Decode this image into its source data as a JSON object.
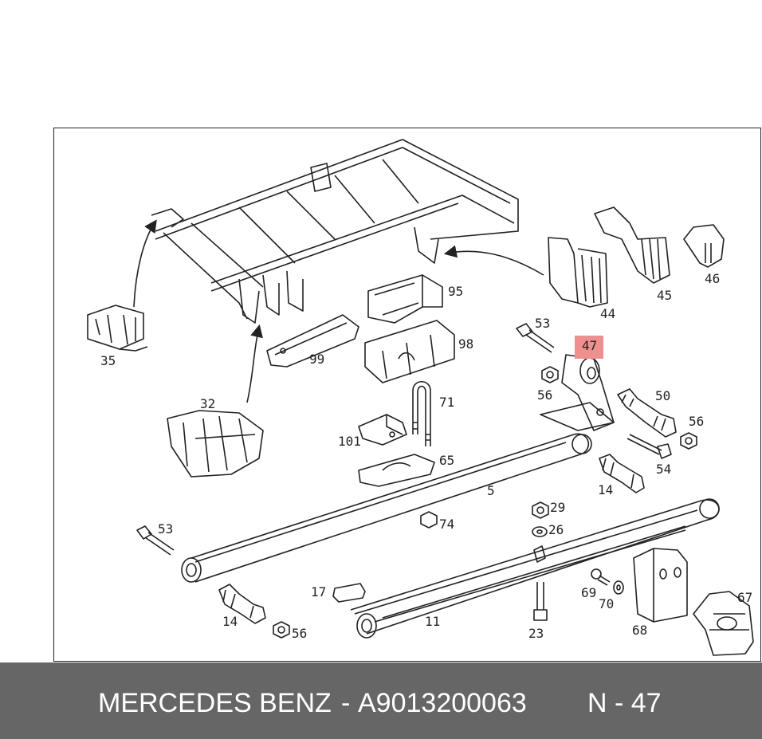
{
  "footer": {
    "brand": "MERCEDES BENZ",
    "separator": "-",
    "part_number": "A9013200063",
    "ref": "N - 47"
  },
  "highlight_color": "#f08f8f",
  "labels": {
    "l35": "35",
    "l32": "32",
    "l99": "99",
    "l95": "95",
    "l98": "98",
    "l71": "71",
    "l101": "101",
    "l65": "65",
    "l44": "44",
    "l45": "45",
    "l46": "46",
    "l53a": "53",
    "l47": "47",
    "l56a": "56",
    "l50": "50",
    "l56b": "56",
    "l54": "54",
    "l5": "5",
    "l14a": "14",
    "l29": "29",
    "l74": "74",
    "l26": "26",
    "l53b": "53",
    "l17": "17",
    "l11": "11",
    "l69": "69",
    "l70": "70",
    "l67": "67",
    "l14b": "14",
    "l56c": "56",
    "l23": "23",
    "l68": "68"
  }
}
